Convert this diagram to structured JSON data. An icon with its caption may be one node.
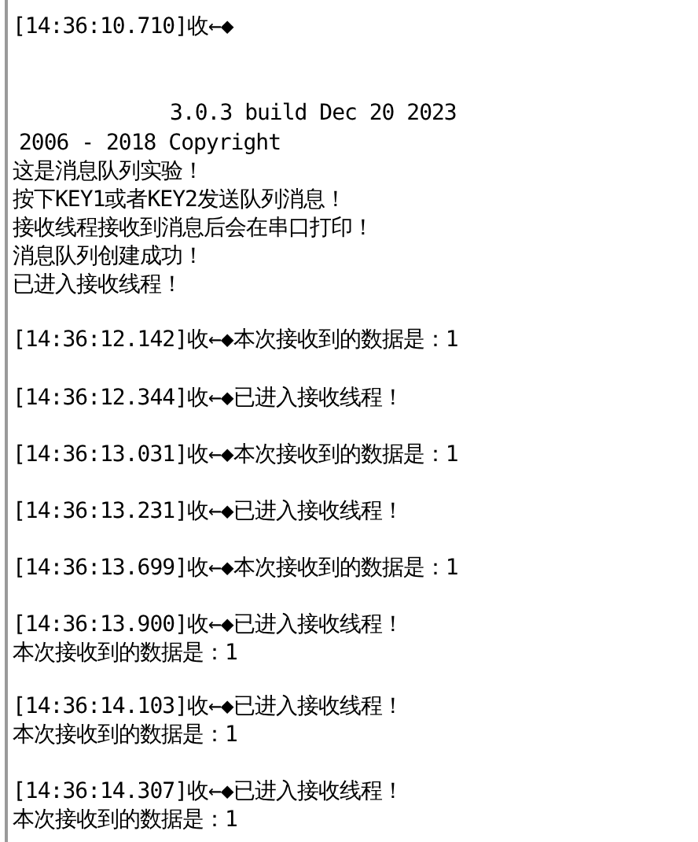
{
  "diagram": {
    "labels": [
      "[14:36:10.710]收←◆",
      "3.0.3 build Dec 20 2023",
      "2006 - 2018 Copyright",
      "这是消息队列实验！",
      "按下KEY1或者KEY2发送队列消息！",
      "接收线程接收到消息后会在串口打印！",
      "消息队列创建成功！",
      "已进入接收线程！",
      "[14:36:12.142]收←◆本次接收到的数据是：1",
      "[14:36:12.344]收←◆已进入接收线程！",
      "[14:36:13.031]收←◆本次接收到的数据是：1",
      "[14:36:13.231]收←◆已进入接收线程！",
      "[14:36:13.699]收←◆本次接收到的数据是：1",
      "[14:36:13.900]收←◆已进入接收线程！",
      "本次接收到的数据是：1",
      "[14:36:14.103]收←◆已进入接收线程！",
      "本次接收到的数据是：1",
      "[14:36:14.307]收←◆已进入接收线程！",
      "本次接收到的数据是：1"
    ]
  }
}
